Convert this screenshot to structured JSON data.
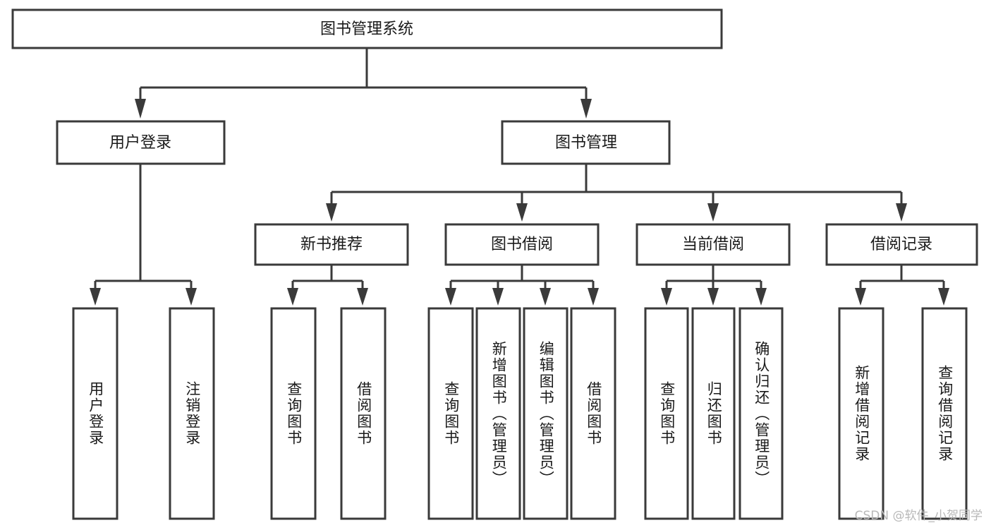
{
  "diagram": {
    "title": "图书管理系统",
    "type": "tree",
    "root": {
      "id": "root",
      "label": "图书管理系统",
      "orientation": "horizontal"
    },
    "level2": [
      {
        "id": "user-login",
        "label": "用户登录",
        "orientation": "horizontal"
      },
      {
        "id": "book-manage",
        "label": "图书管理",
        "orientation": "horizontal"
      }
    ],
    "level3": [
      {
        "id": "new-book-recommend",
        "label": "新书推荐",
        "orientation": "horizontal",
        "parent": "book-manage"
      },
      {
        "id": "book-borrow",
        "label": "图书借阅",
        "orientation": "horizontal",
        "parent": "book-manage"
      },
      {
        "id": "current-borrow",
        "label": "当前借阅",
        "orientation": "horizontal",
        "parent": "book-manage"
      },
      {
        "id": "borrow-record",
        "label": "借阅记录",
        "orientation": "horizontal",
        "parent": "book-manage"
      }
    ],
    "leaves": [
      {
        "id": "leaf-user-login",
        "label": "用户登录",
        "parent": "user-login",
        "orientation": "vertical"
      },
      {
        "id": "leaf-user-logout",
        "label": "注销登录",
        "parent": "user-login",
        "orientation": "vertical"
      },
      {
        "id": "leaf-query-book-1",
        "label": "查询图书",
        "parent": "new-book-recommend",
        "orientation": "vertical"
      },
      {
        "id": "leaf-borrow-book-1",
        "label": "借阅图书",
        "parent": "new-book-recommend",
        "orientation": "vertical"
      },
      {
        "id": "leaf-query-book-2",
        "label": "查询图书",
        "parent": "book-borrow",
        "orientation": "vertical"
      },
      {
        "id": "leaf-add-book",
        "label": "新增图书（管理员）",
        "parent": "book-borrow",
        "orientation": "vertical"
      },
      {
        "id": "leaf-edit-book",
        "label": "编辑图书（管理员）",
        "parent": "book-borrow",
        "orientation": "vertical"
      },
      {
        "id": "leaf-borrow-book-2",
        "label": "借阅图书",
        "parent": "book-borrow",
        "orientation": "vertical"
      },
      {
        "id": "leaf-query-book-3",
        "label": "查询图书",
        "parent": "current-borrow",
        "orientation": "vertical"
      },
      {
        "id": "leaf-return-book",
        "label": "归还图书",
        "parent": "current-borrow",
        "orientation": "vertical"
      },
      {
        "id": "leaf-confirm-return",
        "label": "确认归还（管理员）",
        "parent": "current-borrow",
        "orientation": "vertical"
      },
      {
        "id": "leaf-add-record",
        "label": "新增借阅记录",
        "parent": "borrow-record",
        "orientation": "vertical"
      },
      {
        "id": "leaf-query-record",
        "label": "查询借阅记录",
        "parent": "borrow-record",
        "orientation": "vertical"
      }
    ]
  },
  "watermark": {
    "text": "CSDN @软件_小贺同学"
  },
  "colors": {
    "stroke": "#3a3a3a",
    "fill": "#ffffff",
    "text": "#1a1a1a",
    "watermark": "#b8b8b8"
  }
}
